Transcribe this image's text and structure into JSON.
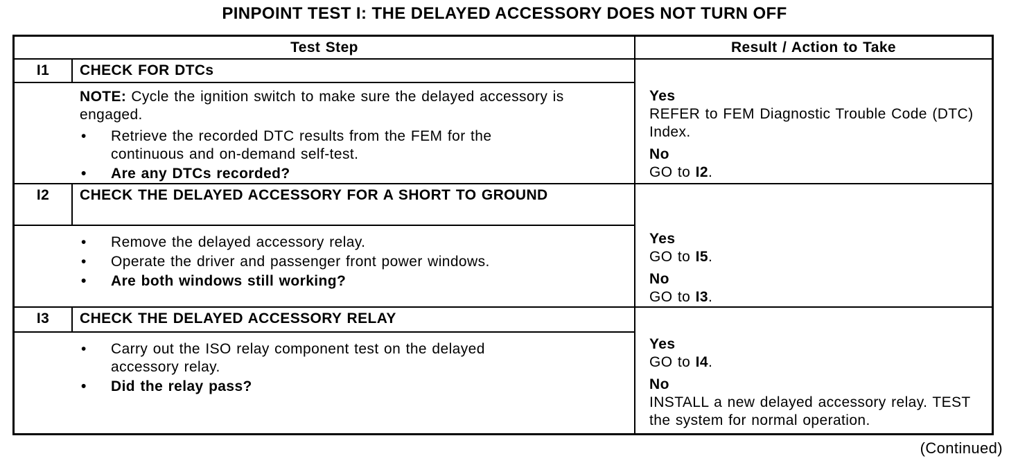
{
  "page": {
    "title": "PINPOINT TEST I: THE DELAYED ACCESSORY DOES NOT TURN OFF",
    "continued": "(Continued)"
  },
  "table": {
    "header": {
      "test_step": "Test Step",
      "result": "Result / Action to Take"
    },
    "rows": [
      {
        "step": "I1",
        "title": "CHECK FOR DTCs",
        "note_label": "NOTE:",
        "note_text": "Cycle the ignition switch to make sure the delayed accessory is engaged.",
        "bullets": [
          "Retrieve the recorded DTC results from the FEM for the continuous and on-demand self-test."
        ],
        "question": "Are any DTCs recorded?",
        "yes_label": "Yes",
        "yes_pre": "REFER to FEM Diagnostic Trouble Code (DTC) Index.",
        "yes_ref": "",
        "yes_post": "",
        "no_label": "No",
        "no_pre": "GO to ",
        "no_ref": "I2",
        "no_post": "."
      },
      {
        "step": "I2",
        "title": "CHECK THE DELAYED ACCESSORY FOR A SHORT TO GROUND",
        "bullets": [
          "Remove the delayed accessory relay.",
          "Operate the driver and passenger front power windows."
        ],
        "question": "Are both windows still working?",
        "yes_label": "Yes",
        "yes_pre": "GO to ",
        "yes_ref": "I5",
        "yes_post": ".",
        "no_label": "No",
        "no_pre": "GO to ",
        "no_ref": "I3",
        "no_post": "."
      },
      {
        "step": "I3",
        "title": "CHECK THE DELAYED ACCESSORY RELAY",
        "bullets": [
          "Carry out the ISO relay component test on the delayed accessory relay."
        ],
        "question": "Did the relay pass?",
        "yes_label": "Yes",
        "yes_pre": "GO to ",
        "yes_ref": "I4",
        "yes_post": ".",
        "no_label": "No",
        "no_pre": "INSTALL a new delayed accessory relay. TEST the system for normal operation.",
        "no_ref": "",
        "no_post": ""
      }
    ]
  },
  "colors": {
    "ink": "#000000",
    "paper": "#ffffff"
  }
}
